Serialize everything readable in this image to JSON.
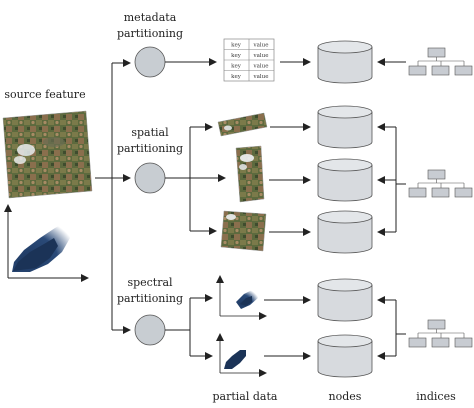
{
  "labels": {
    "metadata_1": "metadata",
    "metadata_2": "partitioning",
    "spatial_1": "spatial",
    "spatial_2": "partitioning",
    "spectral_1": "spectral",
    "spectral_2": "partitioning",
    "source_feature": "source feature",
    "partial_data": "partial data",
    "nodes": "nodes",
    "indices": "indices"
  },
  "kv_table": {
    "header": [
      "key",
      "value"
    ],
    "rows": [
      [
        "key",
        "value"
      ],
      [
        "key",
        "value"
      ],
      [
        "key",
        "value"
      ]
    ]
  },
  "colors": {
    "circle_fill": "#c8cdd2",
    "cylinder_fill": "#d7dade",
    "index_box_fill": "#c8ccd2",
    "scatter": "#1f3a63",
    "line": "#222222"
  }
}
